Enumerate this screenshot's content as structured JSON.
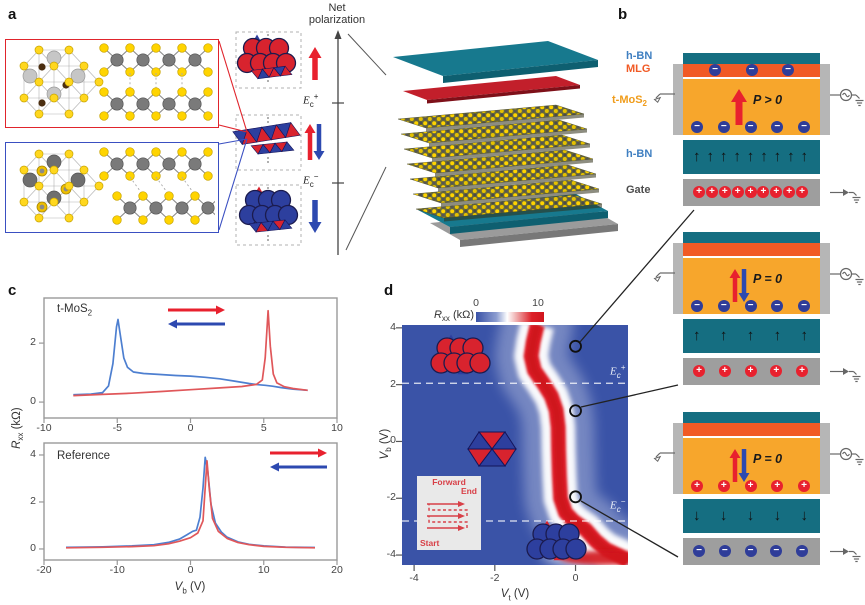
{
  "figure": {
    "panels": {
      "a": "a",
      "b": "b",
      "c": "c",
      "d": "d"
    }
  },
  "panel_a": {
    "axis_label_line1": "Net",
    "axis_label_line2": "polarization",
    "ec_plus": {
      "base": "E",
      "sub": "c",
      "sup": "+"
    },
    "ec_minus": {
      "base": "E",
      "sub": "c",
      "sup": "−"
    }
  },
  "panel_b": {
    "layer_labels": {
      "hbn_top": "h-BN",
      "mlg": "MLG",
      "tmos": {
        "pre": "t-MoS",
        "sub": "2"
      },
      "hbn_bottom": "h-BN",
      "gate": "Gate"
    },
    "devices": [
      {
        "p_label": "P > 0",
        "polarization": "up",
        "mlg_charges": {
          "symbol": "−",
          "count": 3,
          "style": "minus"
        },
        "tmos_charges": {
          "symbol": "−",
          "count": 5,
          "style": "minus"
        },
        "hbn_arrows": {
          "glyph": "↑",
          "count": 9
        },
        "gate_charges": {
          "symbol": "+",
          "count": 9,
          "style": "plus"
        }
      },
      {
        "p_label": "P = 0",
        "polarization": "updown",
        "mlg_charges": {
          "count": 0
        },
        "tmos_charges": {
          "symbol": "−",
          "count": 5,
          "style": "minus"
        },
        "hbn_arrows": {
          "glyph": "↑",
          "count": 5
        },
        "gate_charges": {
          "symbol": "+",
          "count": 5,
          "style": "plus"
        }
      },
      {
        "p_label": "P = 0",
        "polarization": "updown",
        "mlg_charges": {
          "count": 0
        },
        "tmos_charges": {
          "symbol": "+",
          "count": 5,
          "style": "plus"
        },
        "hbn_arrows": {
          "glyph": "↓",
          "count": 5
        },
        "gate_charges": {
          "symbol": "−",
          "count": 5,
          "style": "minus"
        }
      }
    ]
  },
  "panel_c": {
    "ylabel": {
      "base": "R",
      "sub": "xx",
      "unit": " (kΩ)"
    },
    "xlabel": {
      "base": "V",
      "sub": "b",
      "unit": " (V)"
    },
    "top": {
      "title": {
        "pre": "t-MoS",
        "sub": "2"
      }
    },
    "bottom": {
      "title": "Reference"
    }
  },
  "panel_d": {
    "colorbar": {
      "label": {
        "base": "R",
        "sub": "xx",
        "unit": " (kΩ)"
      },
      "min": "0",
      "max": "10"
    },
    "xlabel": {
      "base": "V",
      "sub": "t",
      "unit": " (V)"
    },
    "ylabel": {
      "base": "V",
      "sub": "b",
      "unit": " (V)"
    },
    "ec_plus": {
      "base": "E",
      "sub": "c",
      "sup": "+"
    },
    "ec_minus": {
      "base": "E",
      "sub": "c",
      "sup": "−"
    },
    "inset": {
      "forward": "Forward",
      "end": "End",
      "start": "Start"
    }
  },
  "chart_data": [
    {
      "type": "line",
      "panel": "c-top",
      "title": "t-MoS2",
      "xlabel": "Vb (V)",
      "ylabel": "Rxx (kΩ)",
      "xlim": [
        -10,
        10
      ],
      "ylim": [
        -0.54,
        3.53
      ],
      "xticks": [
        -10,
        -5,
        0,
        5,
        10
      ],
      "yticks": [
        0,
        2
      ],
      "legend": [
        "forward sweep (red, right arrow)",
        "backward sweep (blue, left arrow)"
      ],
      "series": [
        {
          "name": "backward",
          "color": "#4d7fd0",
          "points": [
            [
              -8,
              0.25
            ],
            [
              -6.8,
              0.27
            ],
            [
              -6,
              0.32
            ],
            [
              -5.6,
              0.55
            ],
            [
              -5.3,
              1.3
            ],
            [
              -5.05,
              2.55
            ],
            [
              -4.95,
              2.8
            ],
            [
              -4.8,
              2.3
            ],
            [
              -4.55,
              1.5
            ],
            [
              -4.3,
              1.18
            ],
            [
              -3.9,
              1.02
            ],
            [
              -3.2,
              0.97
            ],
            [
              -2.2,
              0.94
            ],
            [
              -1,
              0.9
            ],
            [
              0,
              0.88
            ],
            [
              1,
              0.84
            ],
            [
              2,
              0.79
            ],
            [
              3,
              0.71
            ],
            [
              4,
              0.63
            ],
            [
              4.6,
              0.59
            ],
            [
              5.1,
              0.57
            ],
            [
              5.6,
              0.54
            ],
            [
              6.2,
              0.49
            ],
            [
              7,
              0.44
            ],
            [
              8,
              0.4
            ]
          ]
        },
        {
          "name": "forward",
          "color": "#e0575a",
          "points": [
            [
              -8,
              0.22
            ],
            [
              -6,
              0.26
            ],
            [
              -4,
              0.3
            ],
            [
              -2,
              0.36
            ],
            [
              0,
              0.42
            ],
            [
              2,
              0.48
            ],
            [
              3.5,
              0.53
            ],
            [
              4.5,
              0.6
            ],
            [
              4.9,
              0.75
            ],
            [
              5.1,
              1.5
            ],
            [
              5.3,
              3.1
            ],
            [
              5.45,
              1.9
            ],
            [
              5.65,
              0.95
            ],
            [
              5.9,
              0.65
            ],
            [
              6.4,
              0.52
            ],
            [
              7,
              0.46
            ],
            [
              8,
              0.4
            ]
          ]
        }
      ]
    },
    {
      "type": "line",
      "panel": "c-bottom",
      "title": "Reference",
      "xlabel": "Vb (V)",
      "ylabel": "Rxx (kΩ)",
      "xlim": [
        -20,
        20
      ],
      "ylim": [
        -0.47,
        4.51
      ],
      "xticks": [
        -20,
        -10,
        0,
        10,
        20
      ],
      "yticks": [
        0,
        2,
        4
      ],
      "series": [
        {
          "name": "backward",
          "color": "#4d7fd0",
          "points": [
            [
              -17,
              0.07
            ],
            [
              -12,
              0.09
            ],
            [
              -8,
              0.13
            ],
            [
              -5,
              0.18
            ],
            [
              -3,
              0.28
            ],
            [
              -1.5,
              0.42
            ],
            [
              -0.5,
              0.6
            ],
            [
              0.3,
              0.75
            ],
            [
              0.8,
              0.8
            ],
            [
              1.3,
              1.35
            ],
            [
              1.7,
              2.6
            ],
            [
              2,
              3.9
            ],
            [
              2.35,
              3.35
            ],
            [
              2.8,
              1.9
            ],
            [
              3.4,
              1.1
            ],
            [
              4.2,
              0.72
            ],
            [
              5,
              0.5
            ],
            [
              6.5,
              0.3
            ],
            [
              8,
              0.2
            ],
            [
              10,
              0.13
            ],
            [
              13,
              0.08
            ],
            [
              17,
              0.06
            ]
          ]
        },
        {
          "name": "forward",
          "color": "#e0575a",
          "points": [
            [
              -17,
              0.05
            ],
            [
              -12,
              0.07
            ],
            [
              -8,
              0.1
            ],
            [
              -5,
              0.14
            ],
            [
              -3,
              0.22
            ],
            [
              -1.5,
              0.33
            ],
            [
              0,
              0.48
            ],
            [
              1,
              0.68
            ],
            [
              1.7,
              1.2
            ],
            [
              2.05,
              2.8
            ],
            [
              2.25,
              3.75
            ],
            [
              2.55,
              2.6
            ],
            [
              3,
              1.3
            ],
            [
              3.8,
              0.75
            ],
            [
              5,
              0.45
            ],
            [
              6.5,
              0.27
            ],
            [
              8,
              0.18
            ],
            [
              10,
              0.11
            ],
            [
              13,
              0.07
            ],
            [
              17,
              0.05
            ]
          ]
        }
      ]
    },
    {
      "type": "heatmap",
      "panel": "d",
      "xlabel": "Vt (V)",
      "ylabel": "Vb (V)",
      "xlim": [
        -4.3,
        1.3
      ],
      "ylim": [
        -4.35,
        4.1
      ],
      "xticks": [
        -4,
        -2,
        0
      ],
      "yticks": [
        4,
        2,
        0,
        -2,
        -4
      ],
      "colorbar": {
        "min": 0,
        "max": 10,
        "label": "Rxx (kΩ)"
      },
      "background_color": "#3a53a7",
      "ridge_color": "#dd1f28",
      "ec_lines_vb": [
        2.05,
        -2.8
      ],
      "markers_vt_vb": [
        [
          0,
          3.35
        ],
        [
          0,
          1.08
        ],
        [
          0,
          -1.95
        ]
      ],
      "ridge_vt_vb": [
        [
          -0.95,
          4.1
        ],
        [
          -1.05,
          3.5
        ],
        [
          -1.1,
          3.0
        ],
        [
          -1.02,
          2.5
        ],
        [
          -0.8,
          2.05
        ],
        [
          -0.6,
          1.6
        ],
        [
          -0.48,
          1.1
        ],
        [
          -0.43,
          0.5
        ],
        [
          -0.42,
          -0.3
        ],
        [
          -0.4,
          -1.2
        ],
        [
          -0.37,
          -2.0
        ],
        [
          -0.25,
          -2.5
        ],
        [
          -0.05,
          -2.8
        ],
        [
          0.25,
          -3.1
        ],
        [
          0.5,
          -3.5
        ],
        [
          0.75,
          -3.8
        ],
        [
          1.05,
          -4.0
        ],
        [
          1.3,
          -4.2
        ]
      ]
    }
  ],
  "colors": {
    "hbn_teal": "#156e81",
    "mlg_orange": "#f15a25",
    "tmos_amber": "#f7a62c",
    "electrode_gray": "#b6b6b6",
    "gate_gray": "#9e9e9e",
    "electron_blue": "#2f3d99",
    "plus_red": "#e8212e",
    "arrow_red": "#e8212e",
    "arrow_blue": "#2d49b0",
    "curve_red": "#e0575a",
    "curve_blue": "#4d7fd0",
    "heat_blue": "#3a53a7",
    "heat_red": "#dd1f28",
    "label_blue": "#3f7fc1",
    "inset_red": "#d84048",
    "struct_red": "#d8232e",
    "struct_navy": "#2d3f9e"
  }
}
